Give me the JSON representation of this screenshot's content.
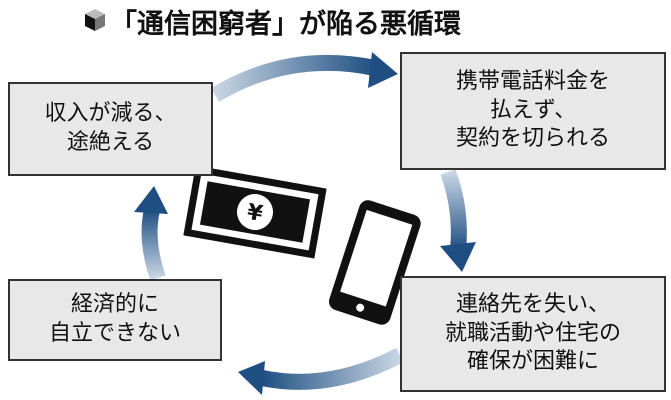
{
  "title": "「通信困窮者」が陥る悪循環",
  "boxes": {
    "income": [
      "収入が減る、",
      "途絶える"
    ],
    "phone_cut": [
      "携帯電話料金を",
      "払えず、",
      "契約を切られる"
    ],
    "contact_lost": [
      "連絡先を失い、",
      "就職活動や住宅の",
      "確保が困難に"
    ],
    "not_independent": [
      "経済的に",
      "自立できない"
    ]
  },
  "icons": {
    "banknote": "yen-banknote-icon",
    "yen_symbol": "¥",
    "phone": "smartphone-icon"
  },
  "colors": {
    "arrow": "#1f4f82",
    "box_fill": "#e8e8e8"
  }
}
